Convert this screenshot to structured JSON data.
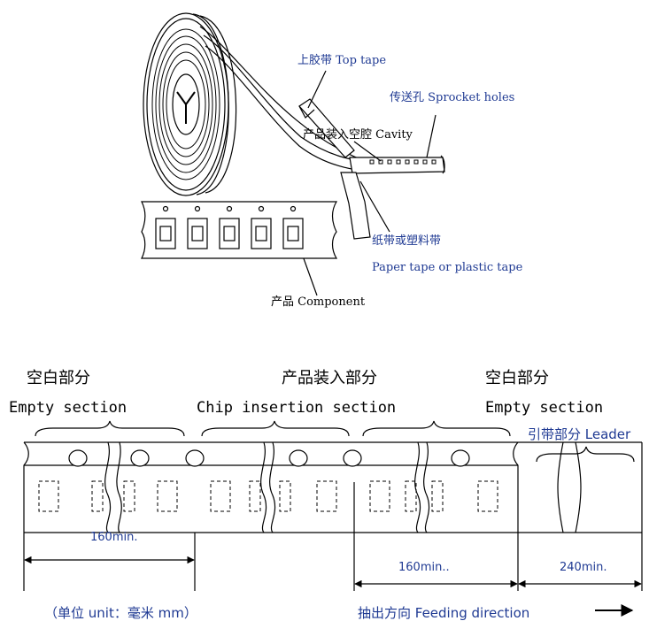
{
  "reel_diagram": {
    "top_tape": "上胶带 Top tape",
    "sprocket_holes": "传送孔 Sprocket holes",
    "cavity": "产品装入空腔 Cavity",
    "carrier_tape_zh": "纸带或塑料带",
    "carrier_tape_en": "Paper tape or plastic tape",
    "component": "产品 Component"
  },
  "tape_layout": {
    "empty_section_zh": "空白部分",
    "empty_section_en": "Empty section",
    "chip_section_zh": "产品装入部分",
    "chip_section_en": "Chip insertion section",
    "empty_section2_zh": "空白部分",
    "empty_section2_en": "Empty section",
    "leader": "引带部分 Leader",
    "dim_1": "160min.",
    "dim_2": "160min..",
    "dim_3": "240min.",
    "unit_note": "（单位 unit：毫米 mm）",
    "feeding_direction": "抽出方向 Feeding direction"
  },
  "colors": {
    "line": "#000000",
    "blue_text": "#1f3a93"
  }
}
